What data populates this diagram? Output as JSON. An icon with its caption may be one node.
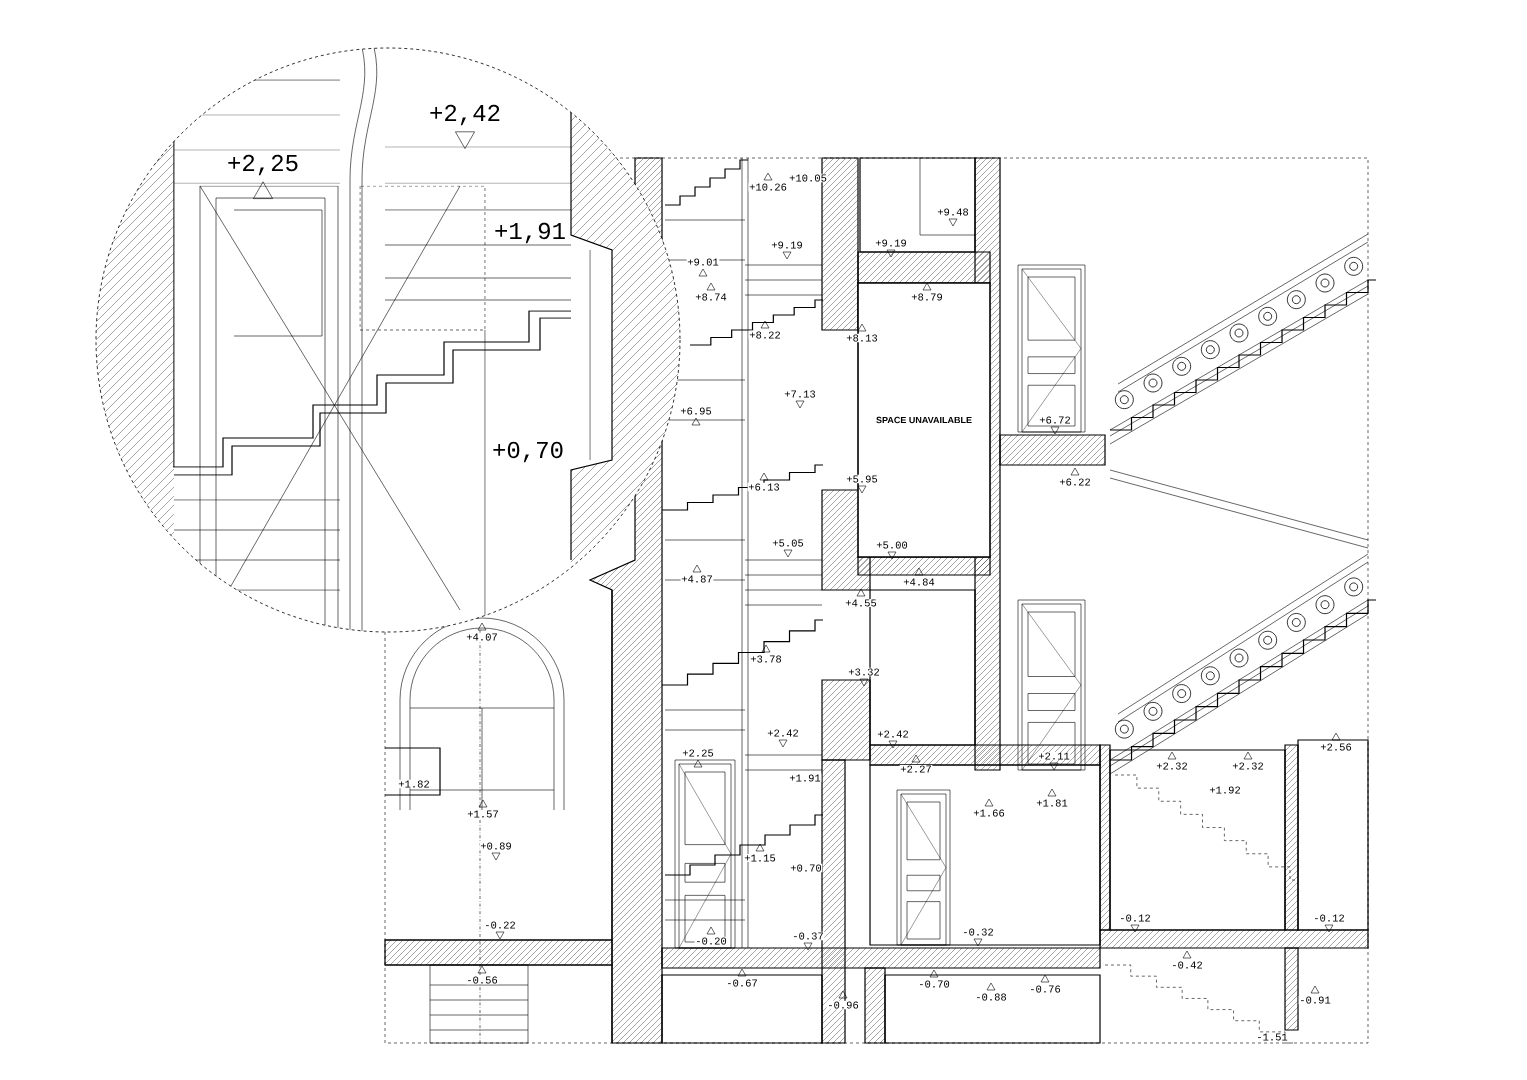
{
  "diagram": {
    "nodes": [
      {
        "text": [
          "SPACE UNAVAILABLE"
        ]
      }
    ],
    "labels": [
      "+2,42",
      "+2,25",
      "+1,91",
      "+0,70",
      "+10.26",
      "+10.05",
      "+9.48",
      "+9.19",
      "+9.19",
      "+9.01",
      "+8.74",
      "+8.79",
      "+8.22",
      "+8.13",
      "+7.13",
      "+6.95",
      "+6.72",
      "+6.22",
      "+6.13",
      "+5.95",
      "+5.05",
      "+5.00",
      "+4.87",
      "+4.84",
      "+4.55",
      "+4.07",
      "+3.78",
      "+3.32",
      "+2.42",
      "+2.42",
      "+2.56",
      "+2.25",
      "+2.27",
      "+2.32",
      "+2.32",
      "+2.11",
      "+1.91",
      "+1.82",
      "+1.92",
      "+1.57",
      "+1.66",
      "+1.81",
      "+0.89",
      "+1.15",
      "+0.70",
      "-0.12",
      "-0.12",
      "-0.22",
      "-0.32",
      "-0.37",
      "-0.20",
      "-0.42",
      "-0.56",
      "-0.67",
      "-0.70",
      "-0.76",
      "-0.88",
      "-0.91",
      "-0.96",
      "-1.51"
    ]
  }
}
